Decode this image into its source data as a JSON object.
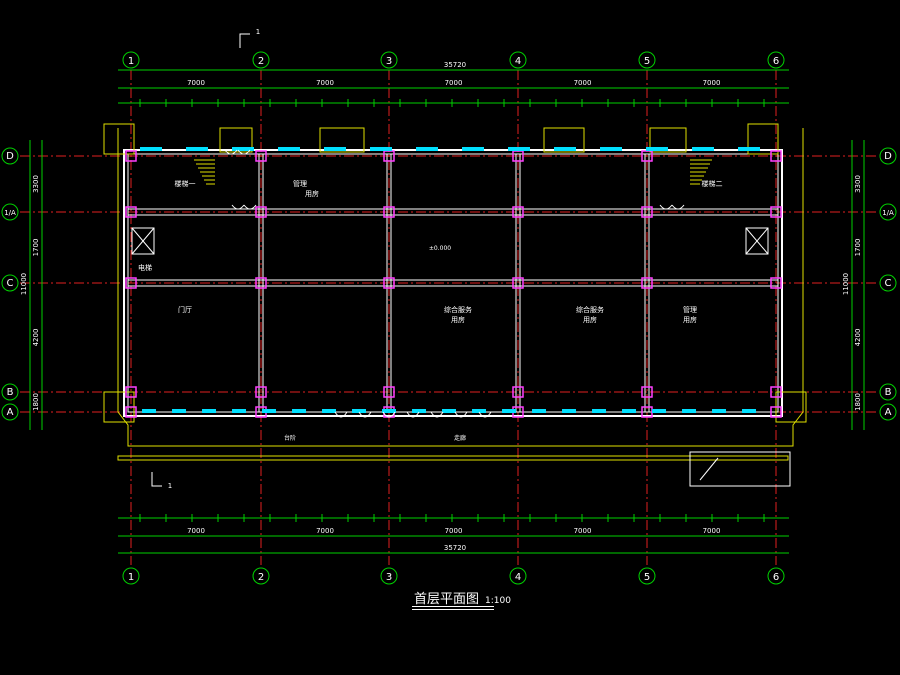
{
  "drawing": {
    "title": "首层平面图",
    "scale": "1:100",
    "section_mark": "1",
    "axes_columns": [
      "1",
      "2",
      "3",
      "4",
      "5",
      "6"
    ],
    "axes_rows": [
      "D",
      "1/A",
      "C",
      "B",
      "A"
    ],
    "dims_top_overall": "35720",
    "dims_top_bays": [
      "7000",
      "7000",
      "7000",
      "7000",
      "7000"
    ],
    "dims_bottom_overall": "35720",
    "dims_bottom_bays": [
      "7000",
      "7000",
      "7000",
      "7000",
      "7000"
    ],
    "dims_right": [
      "3300",
      "1700",
      "4200",
      "1800"
    ],
    "dims_right_total": "11000",
    "dims_left": [
      "3300",
      "1700",
      "4200",
      "1800"
    ],
    "dims_left_total": "11000",
    "room_labels": [
      {
        "text": "楼梯一",
        "axis": "A1"
      },
      {
        "text": "管理",
        "axis": "A2"
      },
      {
        "text": "用房",
        "axis": "A2b"
      },
      {
        "text": "综合服务",
        "axis": "A3"
      },
      {
        "text": "用房",
        "axis": "A3b"
      },
      {
        "text": "综合服务",
        "axis": "A4"
      },
      {
        "text": "用房",
        "axis": "A4b"
      },
      {
        "text": "管理",
        "axis": "A5"
      },
      {
        "text": "用房",
        "axis": "A5b"
      },
      {
        "text": "楼梯二",
        "axis": "A6"
      },
      {
        "text": "电梯",
        "axis": "A7"
      },
      {
        "text": "门厅",
        "axis": "A8"
      }
    ],
    "level_mark": "±0.000",
    "corridor_label": "走廊",
    "entry_label": "台阶"
  },
  "colors": {
    "background": "#000000",
    "axis_red": "#e02020",
    "dimension_green": "#00d000",
    "wall_white": "#ffffff",
    "column_magenta": "#ff40ff",
    "window_cyan": "#00e0ff",
    "stair_yellow": "#e0e000"
  }
}
